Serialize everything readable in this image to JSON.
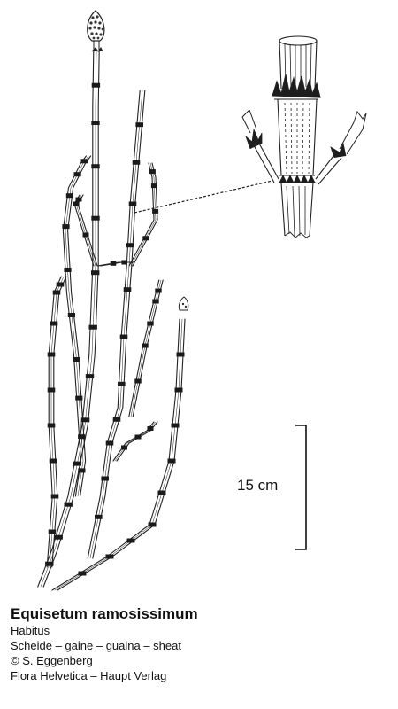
{
  "scale_bar": {
    "label": "15 cm"
  },
  "caption": {
    "species": "Equisetum ramosissimum",
    "view": "Habitus",
    "part": "Scheide – gaine – guaina – sheat",
    "author": "© S. Eggenberg",
    "publisher": "Flora Helvetica – Haupt Verlag"
  }
}
